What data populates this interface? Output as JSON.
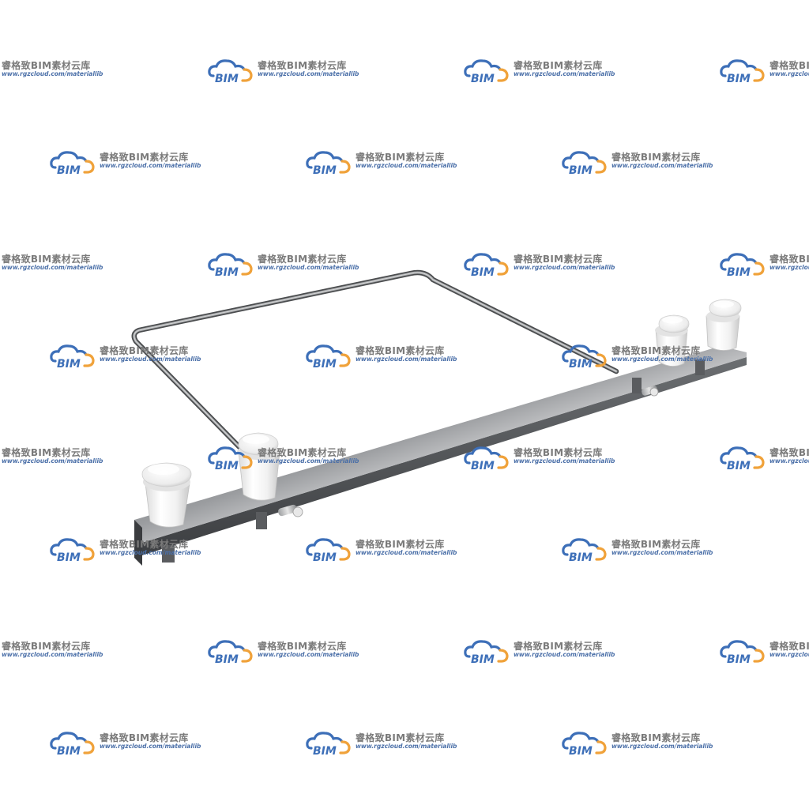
{
  "watermark": {
    "logo_text": "BIM",
    "brand": "睿格致BIM素材云库",
    "url": "www.rgzcloud.com/materiallib"
  },
  "colors": {
    "background": "#ffffff",
    "logo_blue": "#3d6fb8",
    "logo_orange": "#f0a23a",
    "watermark_gray": "#7a7a7a",
    "metal_light": "#b8babd",
    "metal_dark": "#55585c",
    "insulator_white": "#f4f4f4"
  },
  "icons": {
    "logo": "cloud-bim-logo-icon"
  }
}
